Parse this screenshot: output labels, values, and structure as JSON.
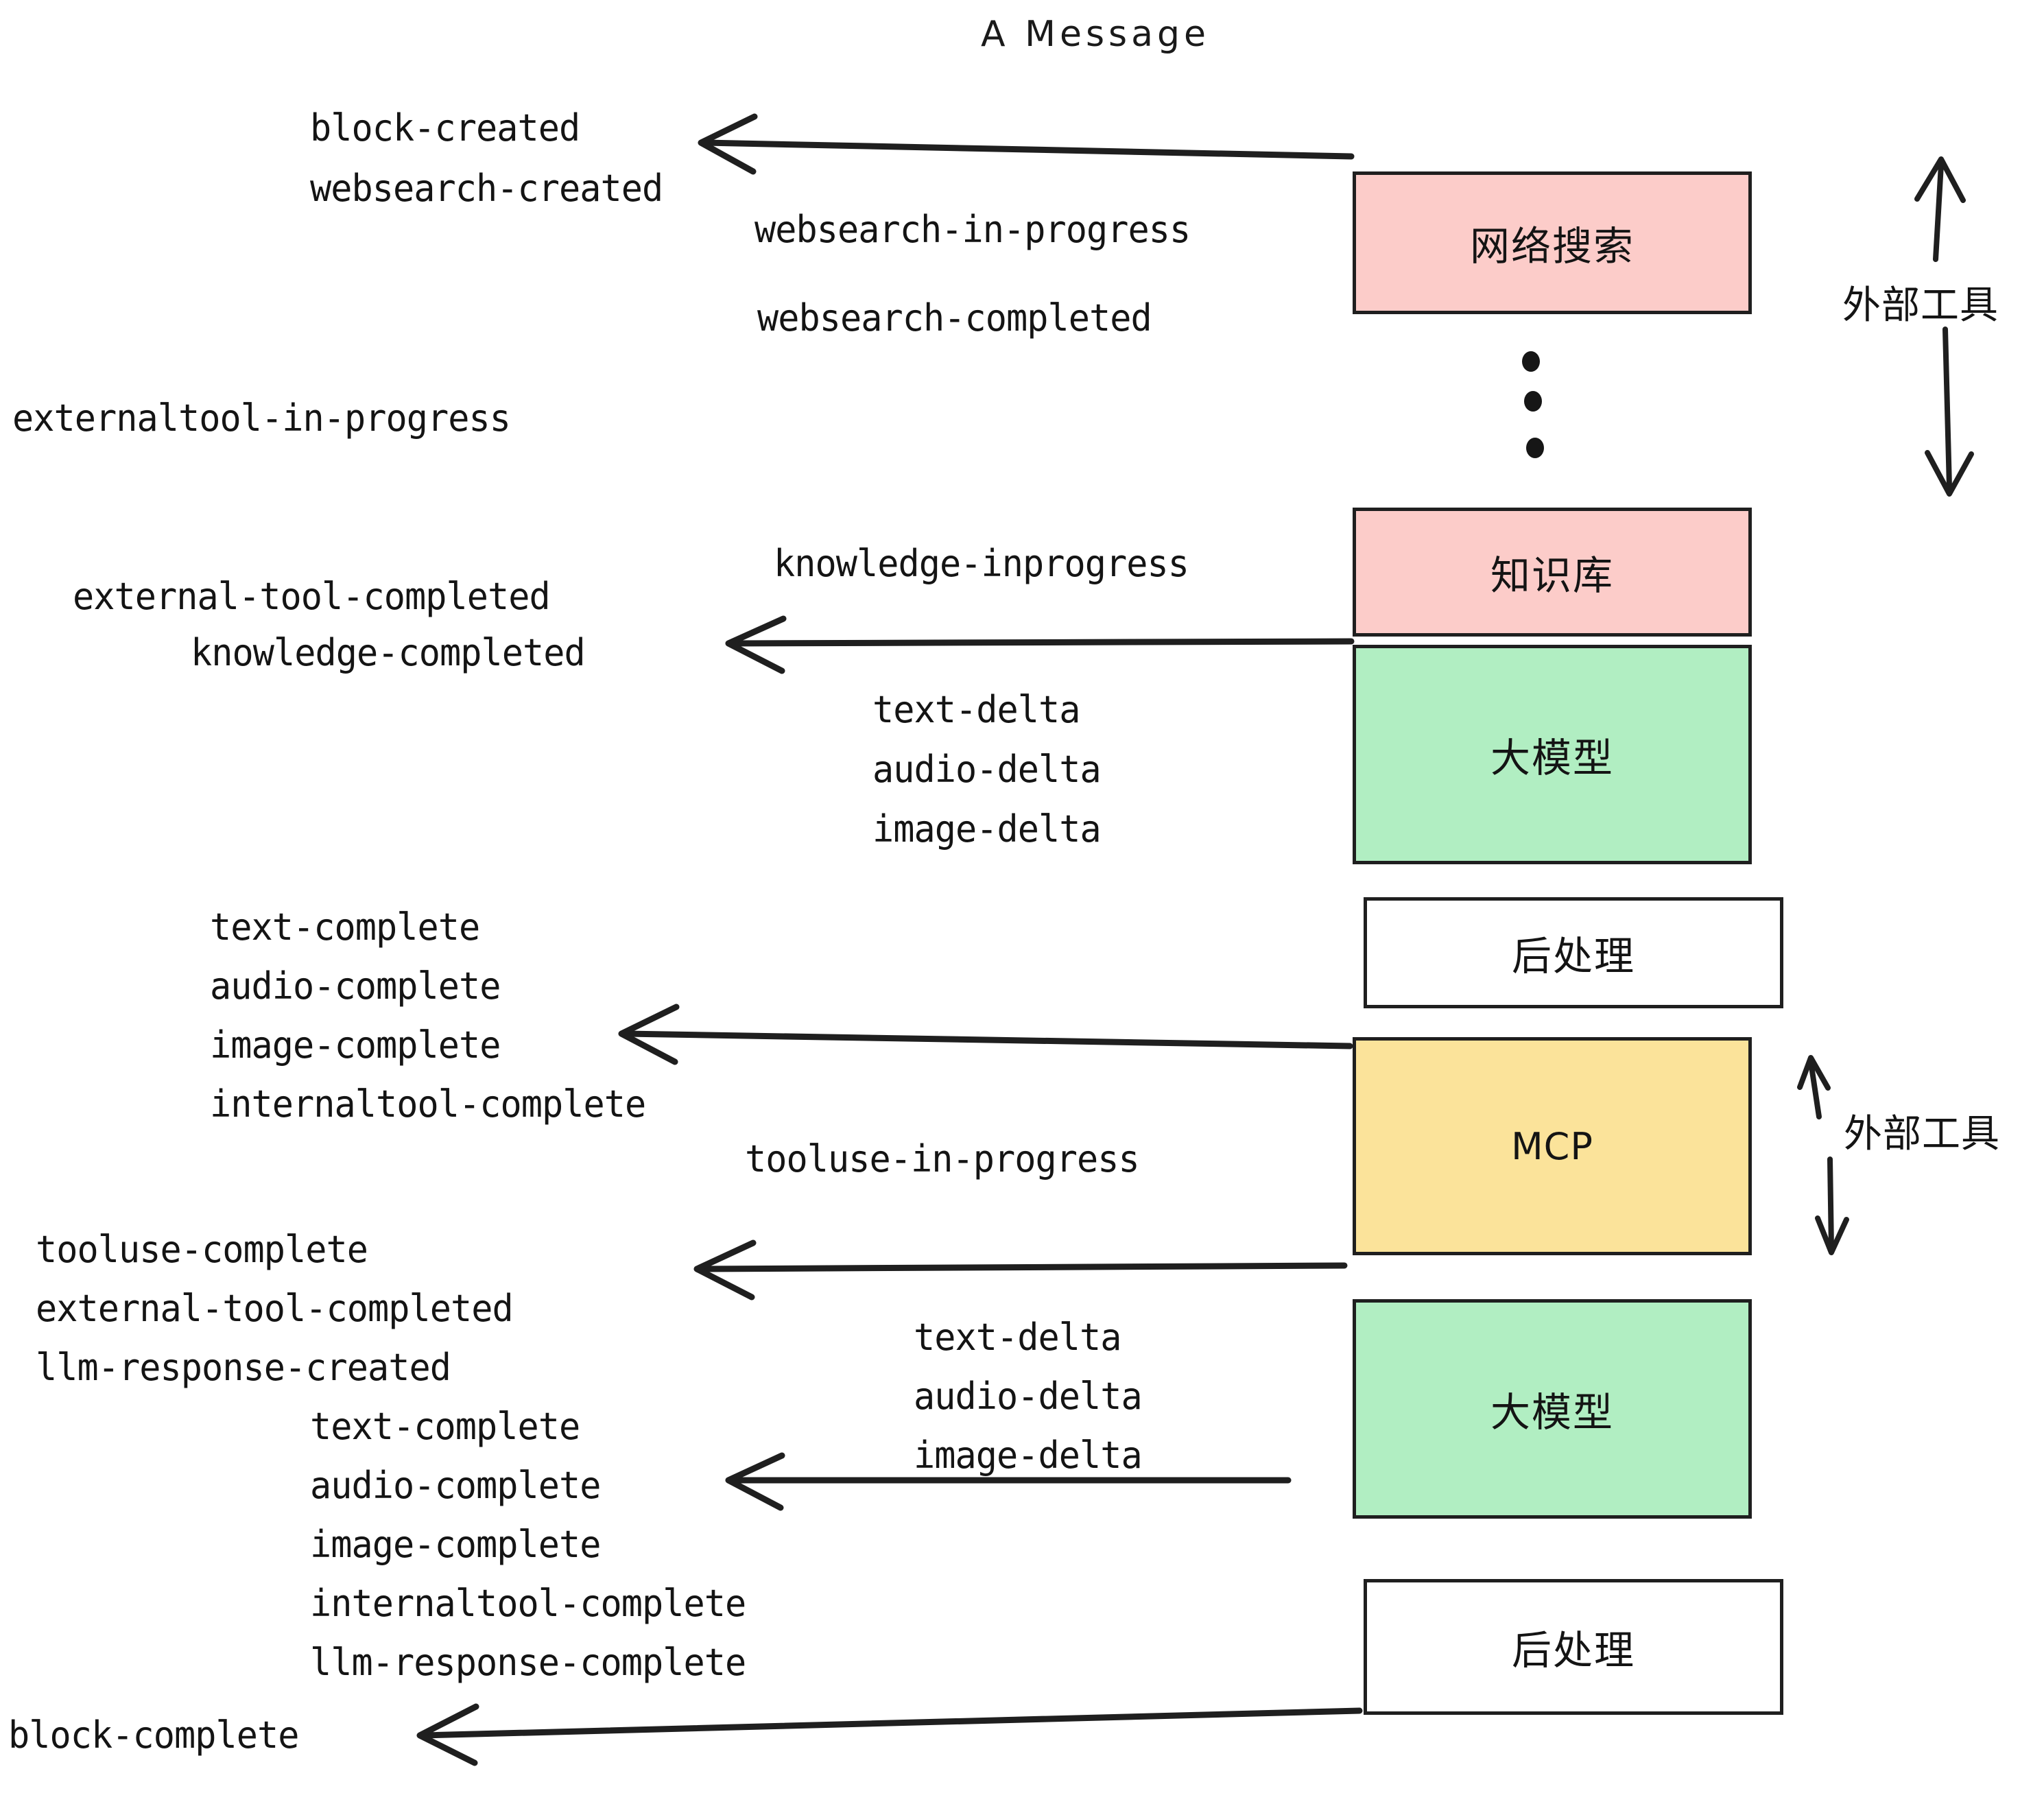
{
  "title": "A Message",
  "nodes": {
    "websearch": {
      "label": "网络搜索",
      "color": "#fcccc9"
    },
    "knowledge": {
      "label": "知识库",
      "color": "#fcccc9"
    },
    "llm_top": {
      "label": "大模型",
      "color": "#b1eec2"
    },
    "post_top": {
      "label": "后处理",
      "color": "#ffffff"
    },
    "mcp": {
      "label": "MCP",
      "color": "#fbe39a"
    },
    "llm_bottom": {
      "label": "大模型",
      "color": "#b1eec2"
    },
    "post_bottom": {
      "label": "后处理",
      "color": "#ffffff"
    }
  },
  "side_labels": {
    "external_tool_top": "外部工具",
    "external_tool_bottom": "外部工具"
  },
  "events": {
    "block_created": "block-created",
    "websearch_created": "websearch-created",
    "websearch_in_progress": "websearch-in-progress",
    "websearch_completed": "websearch-completed",
    "externaltool_in_progress": "externaltool-in-progress",
    "knowledge_inprogress": "knowledge-inprogress",
    "external_tool_completed_1": "external-tool-completed",
    "knowledge_completed": "knowledge-completed",
    "text_delta_1": "text-delta",
    "audio_delta_1": "audio-delta",
    "image_delta_1": "image-delta",
    "text_complete_1": "text-complete",
    "audio_complete_1": "audio-complete",
    "image_complete_1": "image-complete",
    "internaltool_complete_1": "internaltool-complete",
    "tooluse_in_progress": "tooluse-in-progress",
    "tooluse_complete": "tooluse-complete",
    "external_tool_completed_2": "external-tool-completed",
    "llm_response_created": "llm-response-created",
    "text_delta_2": "text-delta",
    "audio_delta_2": "audio-delta",
    "image_delta_2": "image-delta",
    "text_complete_2": "text-complete",
    "audio_complete_2": "audio-complete",
    "image_complete_2": "image-complete",
    "internaltool_complete_2": "internaltool-complete",
    "llm_response_complete": "llm-response-complete",
    "block_complete": "block-complete"
  },
  "colors": {
    "stroke": "#1f1f1f",
    "text": "#141414",
    "pink": "#fcccc9",
    "green": "#b1eec2",
    "yellow": "#fbe39a",
    "white": "#ffffff"
  }
}
